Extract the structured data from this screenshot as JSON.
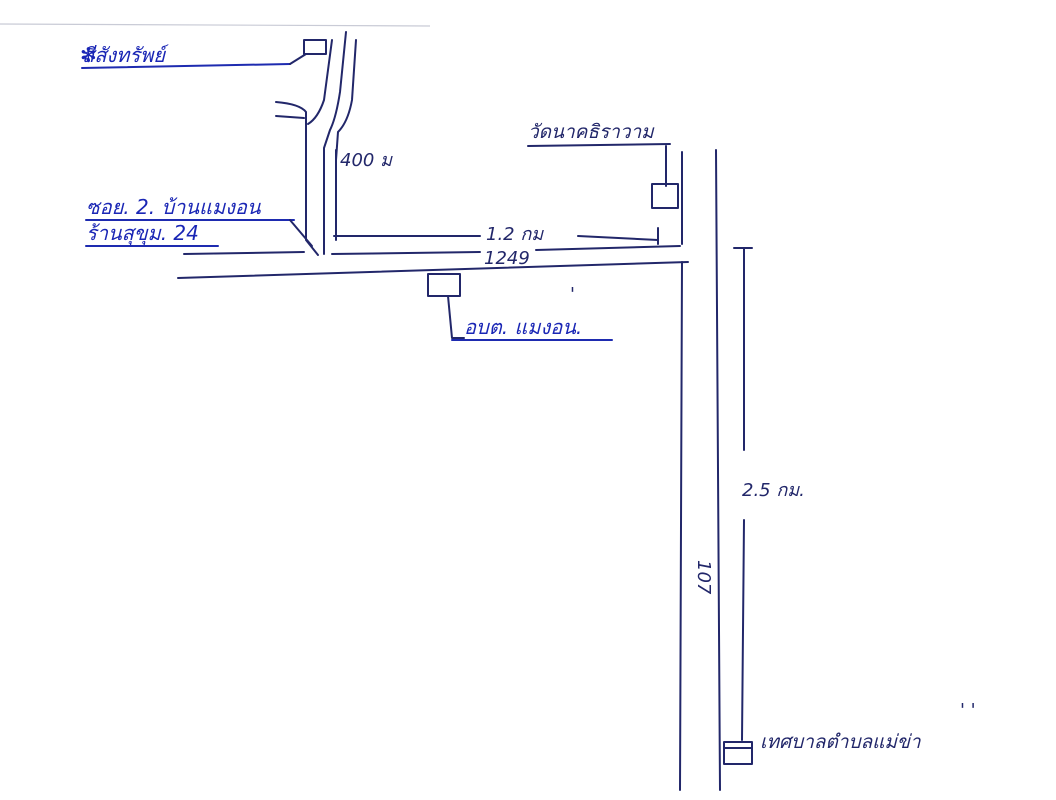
{
  "map": {
    "places": {
      "sisang_sap": "สีสังทรัพย์",
      "wat_nat": "วัดนาคธิราวาม",
      "soi": "ซอย. 2. บ้านแมงอน",
      "soi_sub": "ร้านสุขุม. 24",
      "obt": "อบต. แมงอน.",
      "thesaban": "เทศบาลตำบลแม่ข่า"
    },
    "distances": {
      "d400": "400 ม",
      "d1_2": "1.2 กม",
      "d2_5": "2.5 กม."
    },
    "routes": {
      "r1249": "1249",
      "r107": "107"
    }
  }
}
